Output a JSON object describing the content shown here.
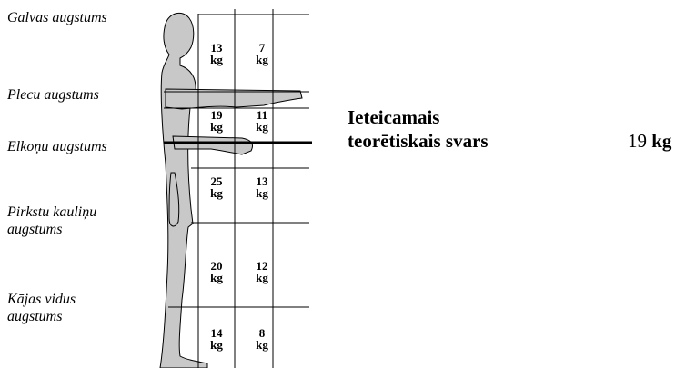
{
  "height_labels": [
    {
      "name": "head",
      "text": "Galvas augstums"
    },
    {
      "name": "shoulder",
      "text": "Plecu augstums"
    },
    {
      "name": "elbow",
      "text": "Elkoņu augstums"
    },
    {
      "name": "knuckle",
      "text": "Pirkstu kauliņu augstums",
      "lines": [
        "Pirkstu kauliņu",
        "augstums"
      ]
    },
    {
      "name": "mid-shin",
      "text": "Kājas vidus augstums",
      "lines": [
        "Kājas vidus",
        "augstums"
      ]
    }
  ],
  "grid": {
    "unit": "kg",
    "rows": [
      {
        "left": "13",
        "right": "7"
      },
      {
        "left": "19",
        "right": "11"
      },
      {
        "left": "25",
        "right": "13"
      },
      {
        "left": "20",
        "right": "12"
      },
      {
        "left": "14",
        "right": "8"
      }
    ]
  },
  "recommendation": {
    "line1": "Ieteicamais",
    "line2": "teorētiskais svars",
    "value": "19",
    "unit": "kg"
  }
}
